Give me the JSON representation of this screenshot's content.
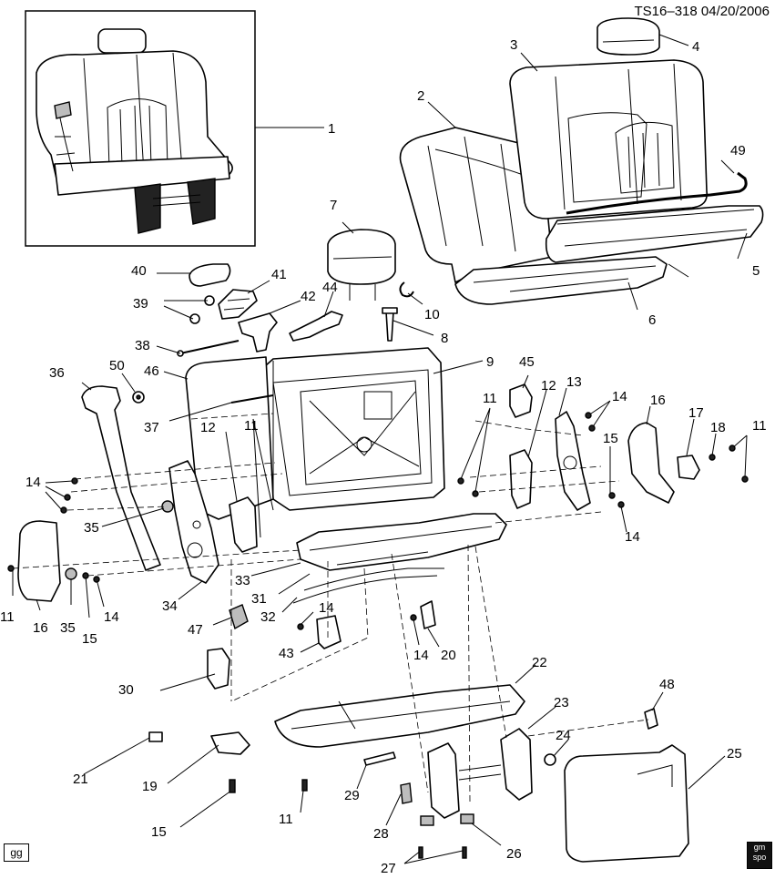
{
  "header": {
    "ref_code": "TS16–318",
    "date": "04/20/2006"
  },
  "corner_labels": {
    "bottom_left": "gg",
    "bottom_right_line1": "gm",
    "bottom_right_line2": "spo"
  },
  "callouts": {
    "c1": "1",
    "c2": "2",
    "c3": "3",
    "c4": "4",
    "c5": "5",
    "c6": "6",
    "c7": "7",
    "c8": "8",
    "c9": "9",
    "c10": "10",
    "c11": "11",
    "c12": "12",
    "c13": "13",
    "c14": "14",
    "c15": "15",
    "c16": "16",
    "c17": "17",
    "c18": "18",
    "c19": "19",
    "c20": "20",
    "c21": "21",
    "c22": "22",
    "c23": "23",
    "c24": "24",
    "c25": "25",
    "c26": "26",
    "c27": "27",
    "c28": "28",
    "c29": "29",
    "c30": "30",
    "c31": "31",
    "c32": "32",
    "c33": "33",
    "c34": "34",
    "c35": "35",
    "c36": "36",
    "c37": "37",
    "c38": "38",
    "c39": "39",
    "c40": "40",
    "c41": "41",
    "c42": "42",
    "c43": "43",
    "c44": "44",
    "c45": "45",
    "c46": "46",
    "c47": "47",
    "c48": "48",
    "c49": "49",
    "c50": "50"
  }
}
